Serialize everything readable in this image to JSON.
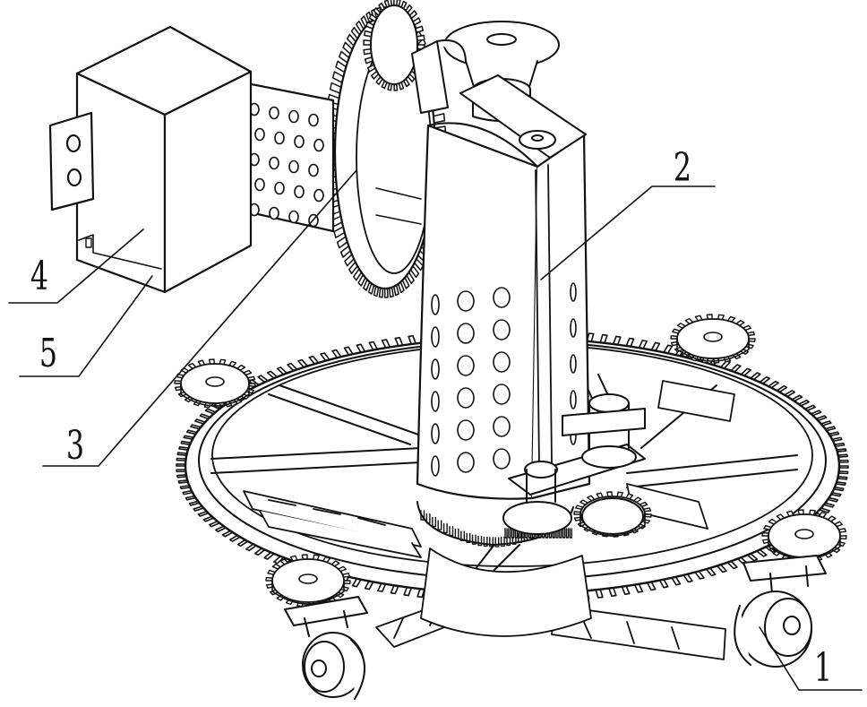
{
  "callouts": [
    {
      "id": "1",
      "text": "1"
    },
    {
      "id": "2",
      "text": "2"
    },
    {
      "id": "3",
      "text": "3"
    },
    {
      "id": "4",
      "text": "4"
    },
    {
      "id": "5",
      "text": "5"
    }
  ],
  "style": {
    "line_color": "#111111",
    "fill_color": "#ffffff"
  }
}
